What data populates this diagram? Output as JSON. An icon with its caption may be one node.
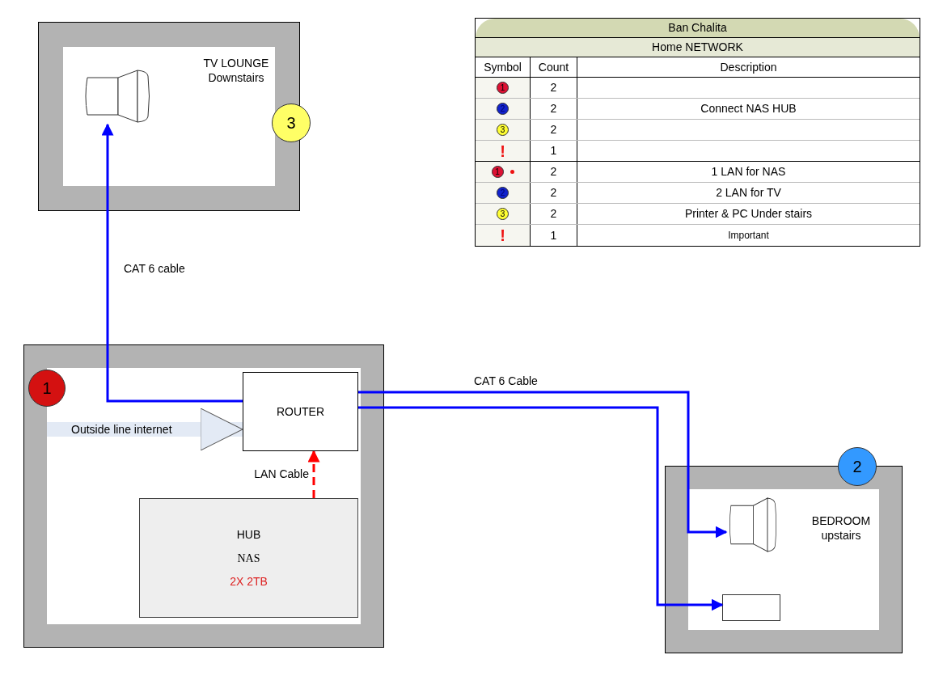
{
  "diagram": {
    "nodes": [
      {
        "text": [
          "TV LOUNGE Downstairs"
        ]
      },
      {
        "text": [],
        "shape": "picture",
        "in": 0
      },
      {
        "text": [
          "3"
        ]
      },
      {
        "text": [],
        "shape": "box"
      },
      {
        "text": [
          "1"
        ],
        "in": 3
      },
      {
        "text": [
          "ROUTER"
        ],
        "in": 3
      },
      {
        "text": [
          "HUB",
          "NAS",
          "2X 2TB"
        ],
        "in": 3
      },
      {
        "text": [
          "BEDROOM upstairs"
        ]
      },
      {
        "text": [
          "2"
        ]
      },
      {
        "text": [],
        "shape": "picture",
        "in": 7
      },
      {
        "text": [],
        "shape": "box",
        "in": 7
      }
    ],
    "edges": [
      {
        "from": 5,
        "to": 1,
        "arrow": "to",
        "label": "CAT 6 cable"
      },
      {
        "from": 5,
        "to": 9,
        "arrow": "to",
        "label": "CAT 6 Cable"
      },
      {
        "from": 5,
        "to": 10,
        "arrow": "to"
      },
      {
        "from": 6,
        "to": 5,
        "arrow": "to",
        "label": "LAN Cable",
        "style": "dashed",
        "color": "#ff0000"
      },
      {
        "from": null,
        "to": 5,
        "arrow": "to",
        "label": "Outside line internet",
        "style": "thick",
        "color": "#e3eaf5"
      }
    ],
    "labels": [
      "Ban Chalita",
      "Home NETWORK",
      "Symbol",
      "Count",
      "Description",
      "1",
      "2",
      "2",
      "2",
      "Connect NAS HUB",
      "3",
      "2",
      "!",
      "1",
      "1",
      "2",
      "1 LAN for NAS",
      "2",
      "2",
      "2 LAN for TV",
      "3",
      "2",
      "Printer & PC Under stairs",
      "!",
      "1",
      "Important"
    ]
  }
}
